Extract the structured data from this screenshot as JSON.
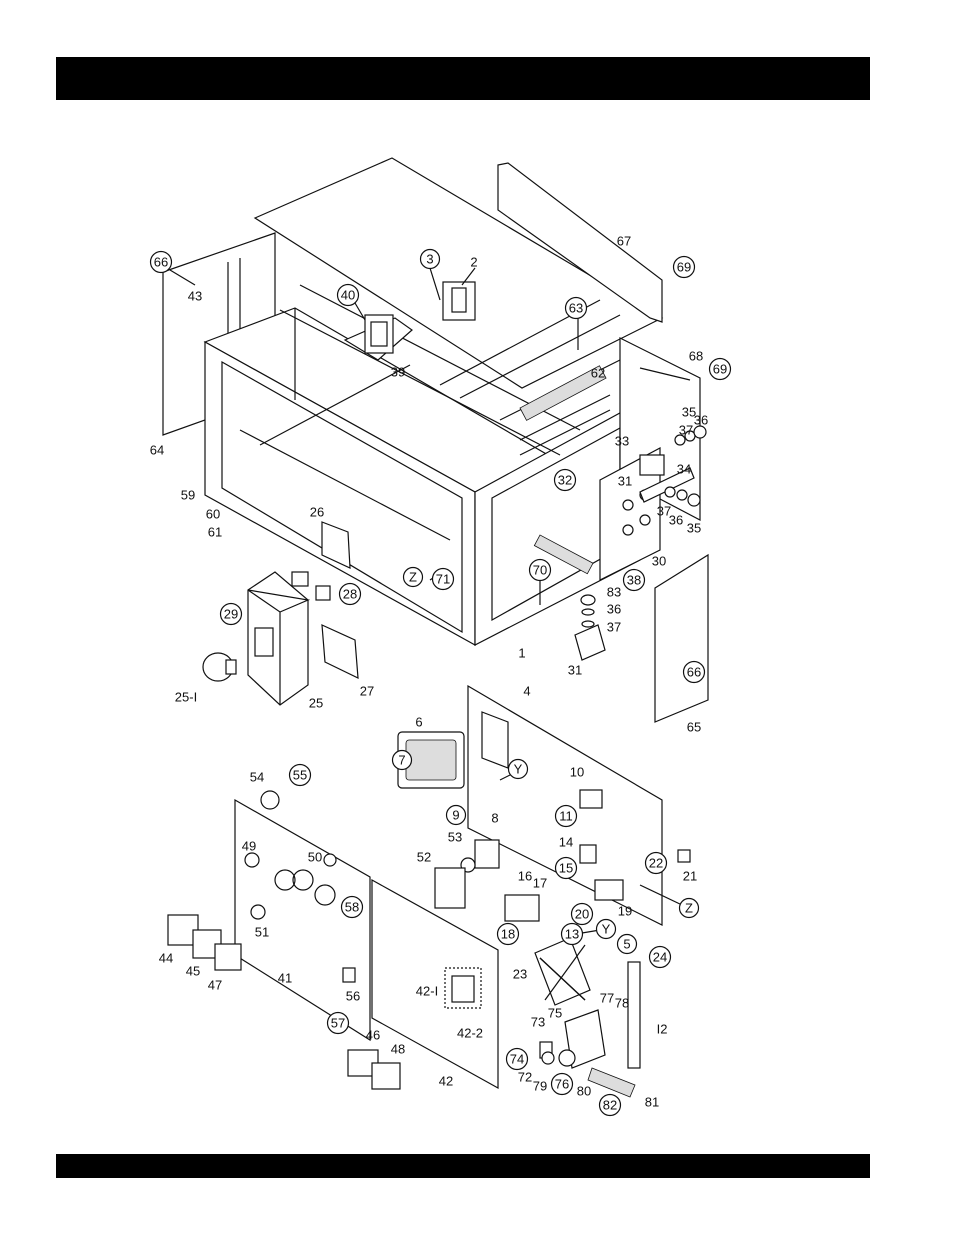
{
  "header_bar": {
    "color": "#000000"
  },
  "footer_bar": {
    "color": "#000000"
  },
  "labels": [
    {
      "id": "l66a",
      "text": "66",
      "circled": true
    },
    {
      "id": "l43",
      "text": "43",
      "circled": false
    },
    {
      "id": "l64",
      "text": "64",
      "circled": false
    },
    {
      "id": "l59",
      "text": "59",
      "circled": false
    },
    {
      "id": "l60",
      "text": "60",
      "circled": false
    },
    {
      "id": "l61",
      "text": "61",
      "circled": false
    },
    {
      "id": "l3",
      "text": "3",
      "circled": true
    },
    {
      "id": "l2",
      "text": "2",
      "circled": false
    },
    {
      "id": "l40",
      "text": "40",
      "circled": true
    },
    {
      "id": "l39",
      "text": "39",
      "circled": false
    },
    {
      "id": "l67",
      "text": "67",
      "circled": false
    },
    {
      "id": "l69a",
      "text": "69",
      "circled": true
    },
    {
      "id": "l63",
      "text": "63",
      "circled": true
    },
    {
      "id": "l62",
      "text": "62",
      "circled": false
    },
    {
      "id": "l68",
      "text": "68",
      "circled": false
    },
    {
      "id": "l69b",
      "text": "69",
      "circled": true
    },
    {
      "id": "l37a",
      "text": "37",
      "circled": false
    },
    {
      "id": "l36a",
      "text": "36",
      "circled": false
    },
    {
      "id": "l35a",
      "text": "35",
      "circled": false
    },
    {
      "id": "l33",
      "text": "33",
      "circled": false
    },
    {
      "id": "l34",
      "text": "34",
      "circled": false
    },
    {
      "id": "l31a",
      "text": "31",
      "circled": false
    },
    {
      "id": "l32",
      "text": "32",
      "circled": true
    },
    {
      "id": "l37b",
      "text": "37",
      "circled": false
    },
    {
      "id": "l36b",
      "text": "36",
      "circled": false
    },
    {
      "id": "l35b",
      "text": "35",
      "circled": false
    },
    {
      "id": "l30",
      "text": "30",
      "circled": false
    },
    {
      "id": "l38",
      "text": "38",
      "circled": true
    },
    {
      "id": "l26",
      "text": "26",
      "circled": false
    },
    {
      "id": "l28",
      "text": "28",
      "circled": true
    },
    {
      "id": "lZa",
      "text": "Z",
      "circled": true
    },
    {
      "id": "l71",
      "text": "71",
      "circled": true
    },
    {
      "id": "l70",
      "text": "70",
      "circled": true
    },
    {
      "id": "l1",
      "text": "1",
      "circled": false
    },
    {
      "id": "l83",
      "text": "83",
      "circled": false
    },
    {
      "id": "l36c",
      "text": "36",
      "circled": false
    },
    {
      "id": "l37c",
      "text": "37",
      "circled": false
    },
    {
      "id": "l31b",
      "text": "31",
      "circled": false
    },
    {
      "id": "l29",
      "text": "29",
      "circled": true
    },
    {
      "id": "l27",
      "text": "27",
      "circled": false
    },
    {
      "id": "l25",
      "text": "25",
      "circled": false
    },
    {
      "id": "l25-1",
      "text": "25-I",
      "circled": false
    },
    {
      "id": "l66b",
      "text": "66",
      "circled": true
    },
    {
      "id": "l65",
      "text": "65",
      "circled": false
    },
    {
      "id": "l4",
      "text": "4",
      "circled": false
    },
    {
      "id": "l6",
      "text": "6",
      "circled": false
    },
    {
      "id": "l7",
      "text": "7",
      "circled": true
    },
    {
      "id": "lYa",
      "text": "Y",
      "circled": true
    },
    {
      "id": "l10",
      "text": "10",
      "circled": false
    },
    {
      "id": "l11",
      "text": "11",
      "circled": true
    },
    {
      "id": "l9",
      "text": "9",
      "circled": true
    },
    {
      "id": "l8",
      "text": "8",
      "circled": false
    },
    {
      "id": "l54",
      "text": "54",
      "circled": false
    },
    {
      "id": "l55",
      "text": "55",
      "circled": true
    },
    {
      "id": "l53",
      "text": "53",
      "circled": false
    },
    {
      "id": "l14",
      "text": "14",
      "circled": false
    },
    {
      "id": "l15",
      "text": "15",
      "circled": true
    },
    {
      "id": "l22",
      "text": "22",
      "circled": true
    },
    {
      "id": "l21",
      "text": "21",
      "circled": false
    },
    {
      "id": "l49",
      "text": "49",
      "circled": false
    },
    {
      "id": "l50",
      "text": "50",
      "circled": false
    },
    {
      "id": "l52",
      "text": "52",
      "circled": false
    },
    {
      "id": "l16",
      "text": "16",
      "circled": false
    },
    {
      "id": "l17",
      "text": "17",
      "circled": false
    },
    {
      "id": "l58",
      "text": "58",
      "circled": true
    },
    {
      "id": "l19",
      "text": "19",
      "circled": false
    },
    {
      "id": "l20",
      "text": "20",
      "circled": true
    },
    {
      "id": "lZb",
      "text": "Z",
      "circled": true
    },
    {
      "id": "l51",
      "text": "51",
      "circled": false
    },
    {
      "id": "l18",
      "text": "18",
      "circled": true
    },
    {
      "id": "l13",
      "text": "13",
      "circled": true
    },
    {
      "id": "lYb",
      "text": "Y",
      "circled": true
    },
    {
      "id": "l5",
      "text": "5",
      "circled": true
    },
    {
      "id": "l44",
      "text": "44",
      "circled": false
    },
    {
      "id": "l45",
      "text": "45",
      "circled": false
    },
    {
      "id": "l47",
      "text": "47",
      "circled": false
    },
    {
      "id": "l41",
      "text": "41",
      "circled": false
    },
    {
      "id": "l56",
      "text": "56",
      "circled": false
    },
    {
      "id": "l24",
      "text": "24",
      "circled": true
    },
    {
      "id": "l23",
      "text": "23",
      "circled": false
    },
    {
      "id": "l42-1",
      "text": "42-I",
      "circled": false
    },
    {
      "id": "l42-2",
      "text": "42-2",
      "circled": false
    },
    {
      "id": "l57",
      "text": "57",
      "circled": true
    },
    {
      "id": "l77",
      "text": "77",
      "circled": false
    },
    {
      "id": "l78",
      "text": "78",
      "circled": false
    },
    {
      "id": "l75",
      "text": "75",
      "circled": false
    },
    {
      "id": "l73",
      "text": "73",
      "circled": false
    },
    {
      "id": "l12",
      "text": "I2",
      "circled": false
    },
    {
      "id": "l46",
      "text": "46",
      "circled": false
    },
    {
      "id": "l48",
      "text": "48",
      "circled": false
    },
    {
      "id": "l74",
      "text": "74",
      "circled": true
    },
    {
      "id": "l72",
      "text": "72",
      "circled": false
    },
    {
      "id": "l79",
      "text": "79",
      "circled": false
    },
    {
      "id": "l76",
      "text": "76",
      "circled": true
    },
    {
      "id": "l80",
      "text": "80",
      "circled": false
    },
    {
      "id": "l42",
      "text": "42",
      "circled": false
    },
    {
      "id": "l82",
      "text": "82",
      "circled": true
    },
    {
      "id": "l81",
      "text": "81",
      "circled": false
    }
  ]
}
